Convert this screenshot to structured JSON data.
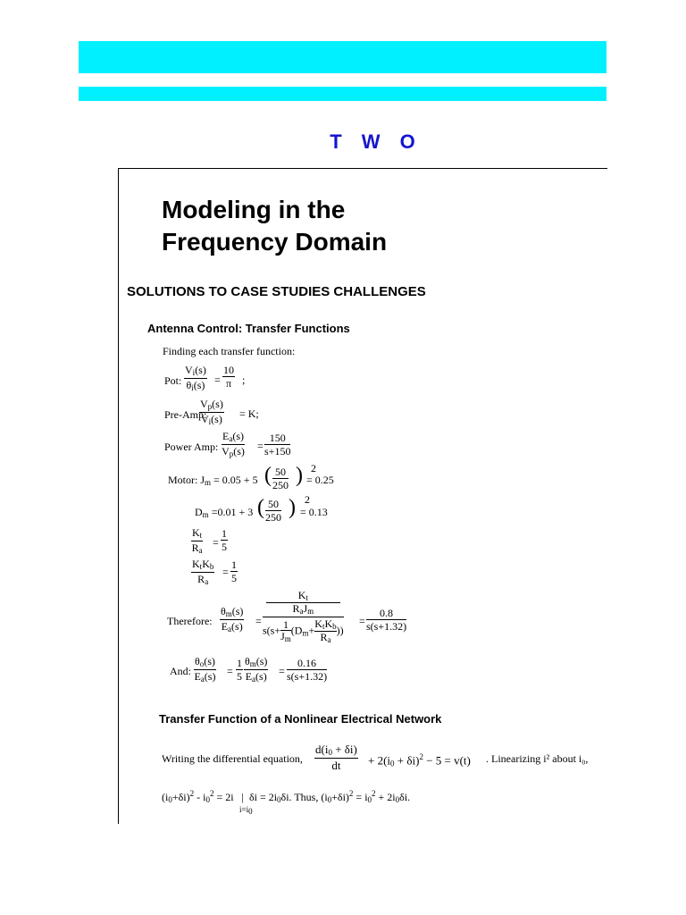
{
  "chapter": {
    "letters": [
      "T",
      "W",
      "O"
    ]
  },
  "title": {
    "line1": "Modeling in the",
    "line2": "Frequency Domain"
  },
  "heading": "SOLUTIONS TO CASE STUDIES CHALLENGES",
  "section1": {
    "heading": "Antenna Control: Transfer Functions",
    "intro": "Finding each transfer function:",
    "pot_label": "Pot:",
    "preamp_label": "Pre-Amp:",
    "poweramp_label": "Power Amp:",
    "motor_label": "Motor: J",
    "therefore_label": "Therefore:",
    "and_label": "And:"
  },
  "section2": {
    "heading": "Transfer Function of a Nonlinear Electrical Network",
    "writing_label": "Writing the differential equation,",
    "linearizing": ". Linearizing i² about i₀,"
  }
}
